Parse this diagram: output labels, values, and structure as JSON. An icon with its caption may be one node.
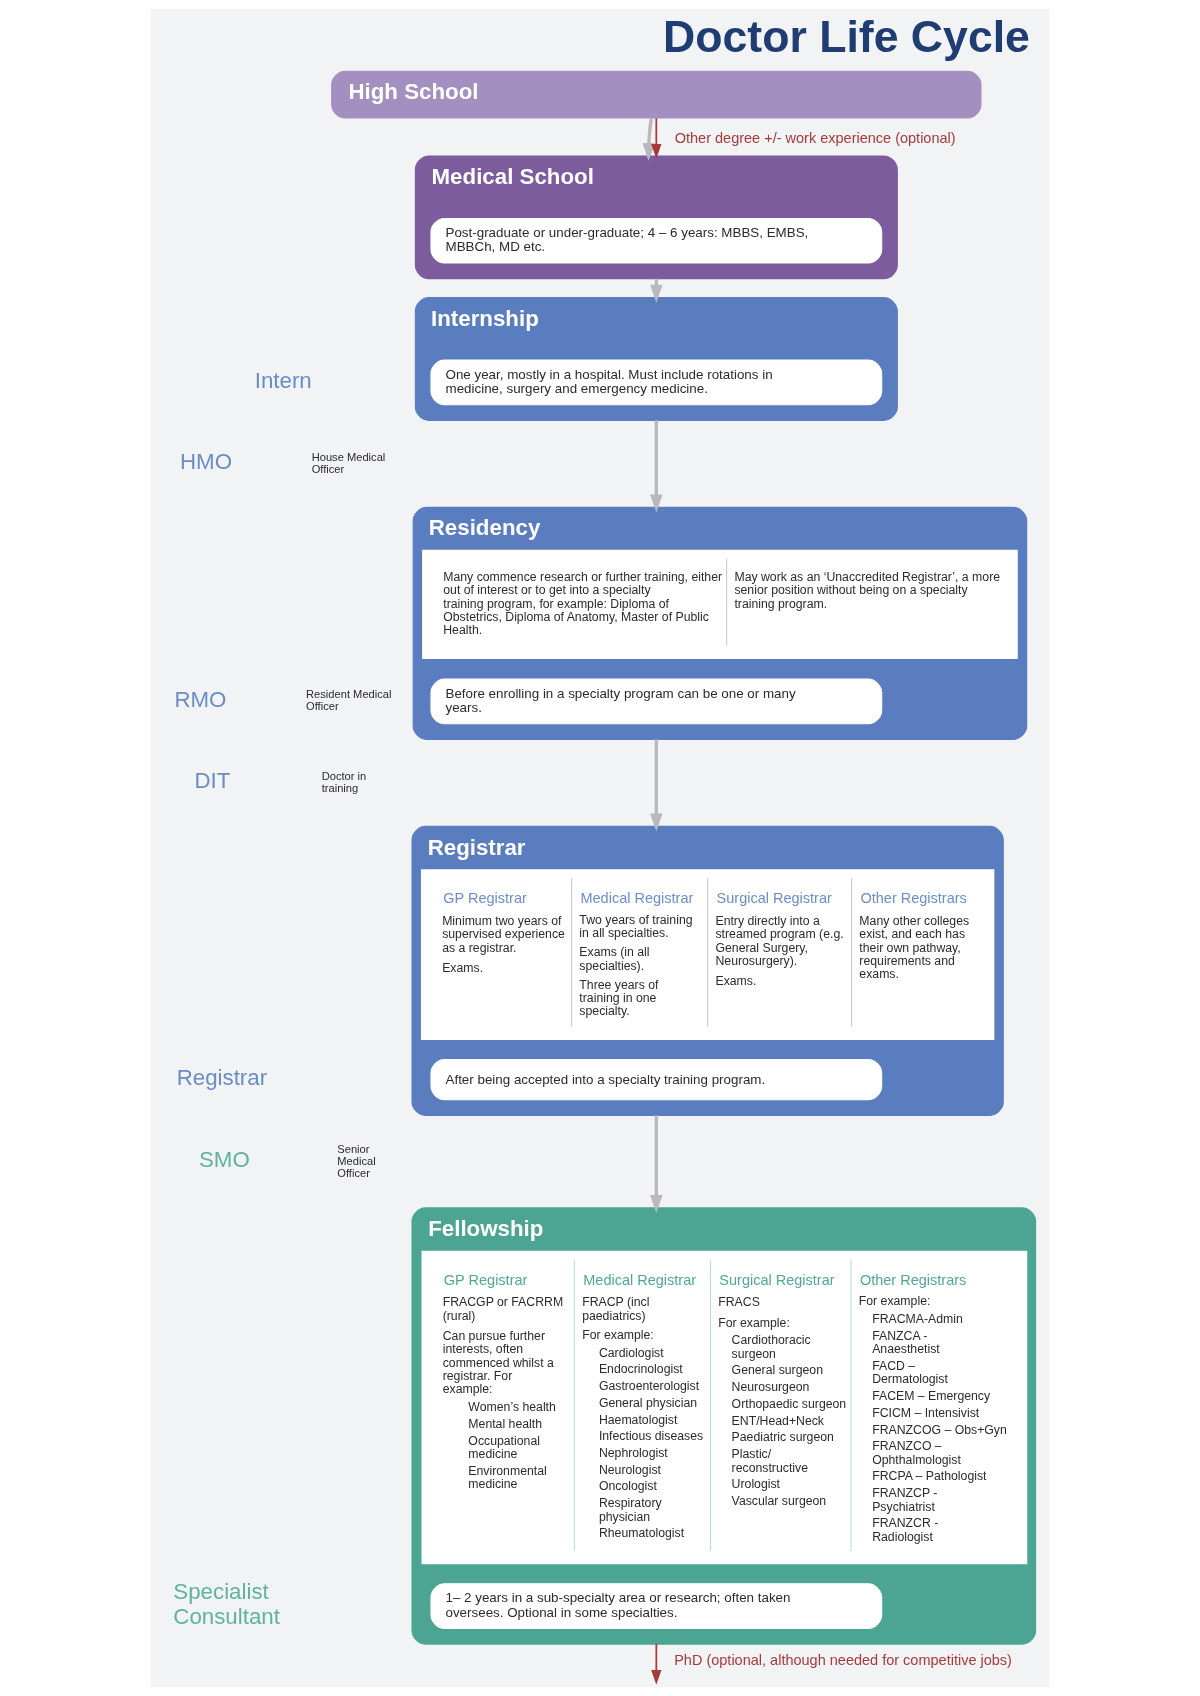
{
  "diagram": {
    "title": "Doctor Life Cycle",
    "nodes": [
      {
        "text": [
          "High School"
        ]
      },
      {
        "text": [
          "Medical School"
        ]
      },
      {
        "text": [
          "Post-graduate or under-graduate; 4 – 6 years: MBBS, EMBS, MBBCh, MD etc."
        ],
        "in": 1
      },
      {
        "text": [
          "Internship"
        ]
      },
      {
        "text": [
          "One year, mostly in a hospital. Must include rotations in medicine, surgery and emergency medicine."
        ],
        "in": 3
      },
      {
        "text": [
          "Residency",
          "Many commence research or further training, either out of interest or to get into a specialty training program, for example: Diploma of Obstetrics, Diploma of Anatomy, Master of Public Health.",
          "May work as an ‘Unaccredited Registrar’, a more senior position without being on a specialty training program."
        ]
      },
      {
        "text": [
          "Before enrolling in a specialty program can be one or many years."
        ],
        "in": 5
      },
      {
        "text": [
          "Registrar",
          "GP Registrar",
          "Minimum two years of supervised experience as a registrar.",
          "Exams.",
          "Medical Registrar",
          "Two years of training in all specialties.",
          "Exams (in all specialties).",
          "Three years of training in one specialty.",
          "Surgical Registrar",
          "Entry directly into a streamed program (e.g. General Surgery, Neurosurgery).",
          "Exams.",
          "Other Registrars",
          "Many other colleges exist, and each has their own pathway, requirements and exams."
        ]
      },
      {
        "text": [
          "After being accepted into a specialty training program."
        ],
        "in": 7
      },
      {
        "text": [
          "Fellowship",
          "GP Registrar",
          "FRACGP or FACRRM (rural)",
          "Can pursue further interests, often commenced whilst a registrar. For example:",
          "Women’s health",
          "Mental health",
          "Occupational medicine",
          "Environmental medicine",
          "Medical Registrar",
          "FRACP (incl paediatrics)",
          "For example:",
          "Cardiologist",
          "Endocrinologist",
          "Gastroenterologist",
          "General physician",
          "Haematologist",
          "Infectious diseases",
          "Nephrologist",
          "Neurologist",
          "Oncologist",
          "Respiratory physician",
          "Rheumatologist",
          "Surgical Registrar",
          "FRACS",
          "For example:",
          "Cardiothoracic surgeon",
          "General surgeon",
          "Neurosurgeon",
          "Orthopaedic surgeon",
          "ENT/Head+Neck",
          "Paediatric surgeon",
          "Plastic/ reconstructive",
          "Urologist",
          "Vascular surgeon",
          "Other Registrars",
          "For example:",
          "FRACMA-Admin",
          "FANZCA - Anaesthetist",
          "FACD – Dermatologist",
          "FACEM – Emergency",
          "FCICM – Intensivist",
          "FRANZCOG – Obs+Gyn",
          "FRANZCO – Ophthalmologist",
          "FRCPA – Pathologist",
          "FRANZCP - Psychiatrist",
          "FRANZCR - Radiologist"
        ]
      },
      {
        "text": [
          "1– 2 years in a sub-specialty area or research; often taken oversees. Optional in some specialties."
        ],
        "in": 9
      }
    ],
    "edges": [
      {
        "from": 0,
        "to": 1,
        "arrow": "to"
      },
      {
        "from": 0,
        "to": 1,
        "arrow": "to",
        "label": "Other degree +/- work experience (optional)",
        "color": "#a93a3a"
      },
      {
        "from": 1,
        "to": 3,
        "arrow": "to"
      },
      {
        "from": 3,
        "to": 5,
        "arrow": "to"
      },
      {
        "from": 5,
        "to": 7,
        "arrow": "to"
      },
      {
        "from": 7,
        "to": 9,
        "arrow": "to"
      },
      {
        "from": 9,
        "to": null,
        "arrow": "to",
        "label": "PhD (optional, although needed for competitive jobs)",
        "color": "#a93a3a"
      }
    ],
    "labels": [
      "Intern",
      "HMO",
      "House Medical Officer",
      "RMO",
      "Resident Medical Officer",
      "DIT",
      "Doctor in training",
      "Registrar",
      "SMO",
      "Senior Medical Officer",
      "Specialist Consultant"
    ]
  }
}
